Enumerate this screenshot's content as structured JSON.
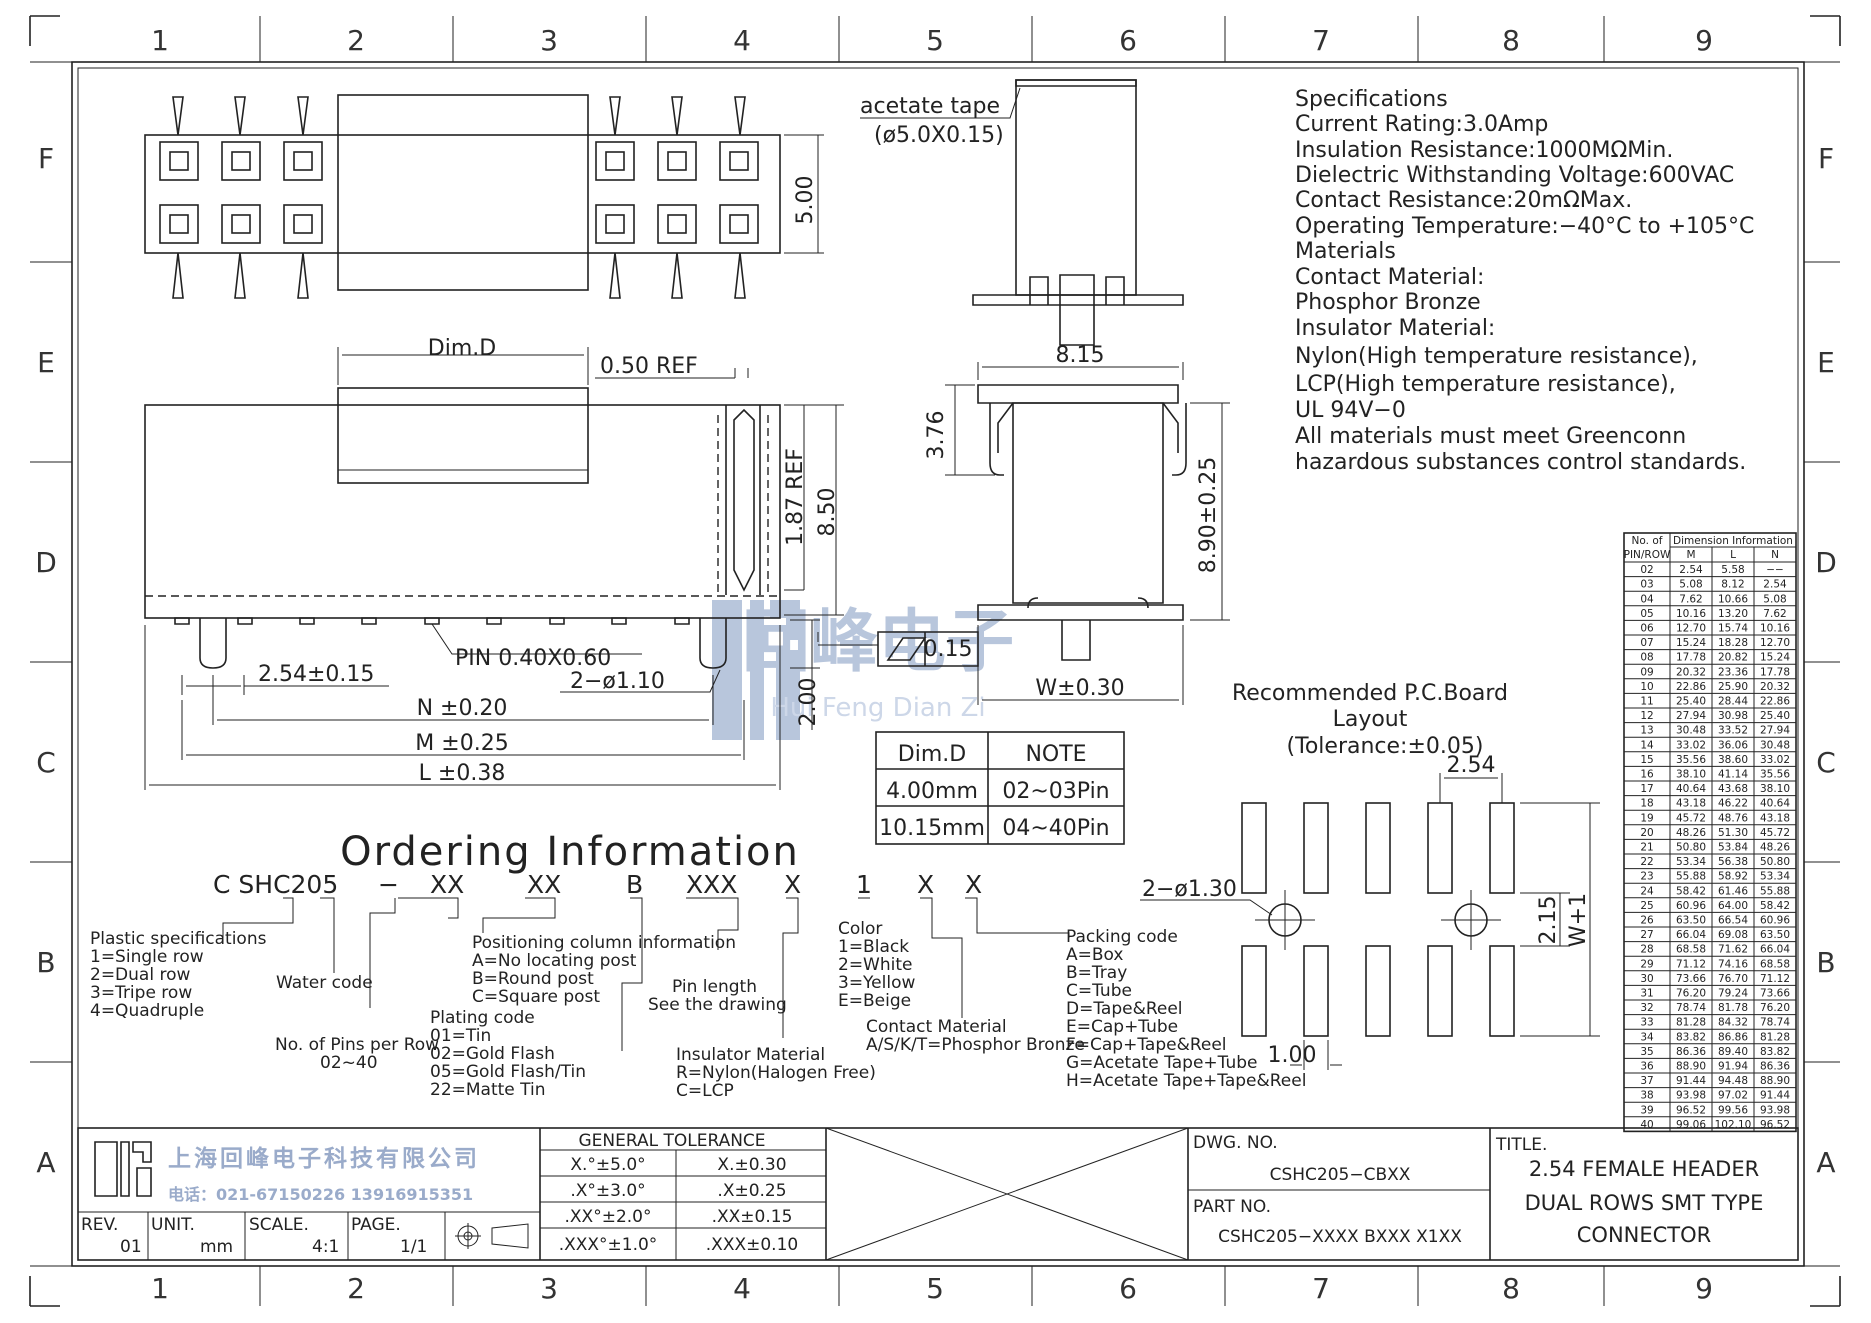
{
  "zones": {
    "columns": [
      "1",
      "2",
      "3",
      "4",
      "5",
      "6",
      "7",
      "8",
      "9"
    ],
    "rows": [
      "F",
      "E",
      "D",
      "C",
      "B",
      "A"
    ]
  },
  "specs": {
    "lines": [
      "Specifications",
      "Current  Rating:3.0Amp",
      "Insulation  Resistance:1000MΩMin.",
      "Dielectric  Withstanding  Voltage:600VAC",
      "Contact  Resistance:20mΩMax.",
      "Operating  Temperature:−40°C  to  +105°C",
      "Materials",
      "Contact  Material:",
      "Phosphor Bronze",
      "Insulator  Material:",
      "Nylon(High  temperature  resistance),",
      "LCP(High  temperature  resistance),",
      "UL  94V−0",
      "All  materials  must  meet  Greenconn",
      "hazardous  substances  control  standards."
    ]
  },
  "top_view": {
    "dim_height": "5.00"
  },
  "side_view": {
    "acetate_tape": "acetate  tape",
    "acetate_size": "(ø5.0X0.15)",
    "width": "8.15",
    "dim_376": "3.76",
    "dim_890": "8.90±0.25",
    "dim_w": "W±0.30"
  },
  "front_view": {
    "dim_d": "Dim.D",
    "ref_050": "0.50  REF",
    "ref_187": "1.87  REF",
    "dim_850": "8.50",
    "dim_200": "2.00",
    "pin": "PIN  0.40X0.60",
    "pitch": "2.54±0.15",
    "hole": "2−ø1.10",
    "n": "N  ±0.20",
    "m": "M  ±0.25",
    "l": "L  ±0.38",
    "flatness": "0.15"
  },
  "watermark": {
    "cn": "回峰电子",
    "en": "Hui Feng Dian Zi"
  },
  "dim_note_table": {
    "headers": [
      "Dim.D",
      "NOTE"
    ],
    "rows": [
      [
        "4.00mm",
        "02~03Pin"
      ],
      [
        "10.15mm",
        "04~40Pin"
      ]
    ]
  },
  "pcb": {
    "title1": "Recommended  P.C.Board",
    "title2": "Layout",
    "title3": "(Tolerance:±0.05)",
    "pitch": "2.54",
    "hole": "2−ø1.30",
    "dim_215": "2.15",
    "dim_w1": "W+1",
    "dim_100": "1.00"
  },
  "ordering": {
    "title": "Ordering  Information",
    "code": [
      "C SHC205",
      "−",
      "XX",
      "XX",
      "B",
      "XXX",
      "X",
      "1",
      "X",
      "X"
    ],
    "plastic": [
      "Plastic  specifications",
      "1=Single  row",
      "2=Dual  row",
      "3=Tripe  row",
      "4=Quadruple"
    ],
    "water": "Water  code",
    "pins_per_row": [
      "No. of Pins per Row",
      "02~40"
    ],
    "plating": [
      "Plating  code",
      "01=Tin",
      "02=Gold  Flash",
      "05=Gold  Flash/Tin",
      "22=Matte  Tin"
    ],
    "positioning": [
      "Positioning  column  information",
      "A=No  locating  post",
      "B=Round  post",
      "C=Square  post"
    ],
    "pin_length": [
      "Pin  length",
      "See  the  drawing"
    ],
    "insulator": [
      "Insulator  Material",
      "R=Nylon(Halogen  Free)",
      "C=LCP"
    ],
    "color": [
      "Color",
      "1=Black",
      "2=White",
      "3=Yellow",
      "E=Beige"
    ],
    "contact": [
      "Contact  Material",
      "A/S/K/T=Phosphor  Bronze"
    ],
    "packing": [
      "Packing  code",
      "A=Box",
      "B=Tray",
      "C=Tube",
      "D=Tape&Reel",
      "E=Cap+Tube",
      "F=Cap+Tape&Reel",
      "G=Acetate  Tape+Tube",
      "H=Acetate  Tape+Tape&Reel"
    ]
  },
  "dim_table": {
    "header_left": [
      "No.  of",
      "PIN/ROW"
    ],
    "header_group": "Dimension  Information",
    "cols": [
      "M",
      "L",
      "N"
    ],
    "rows": [
      [
        "02",
        "2.54",
        "5.58",
        "−−"
      ],
      [
        "03",
        "5.08",
        "8.12",
        "2.54"
      ],
      [
        "04",
        "7.62",
        "10.66",
        "5.08"
      ],
      [
        "05",
        "10.16",
        "13.20",
        "7.62"
      ],
      [
        "06",
        "12.70",
        "15.74",
        "10.16"
      ],
      [
        "07",
        "15.24",
        "18.28",
        "12.70"
      ],
      [
        "08",
        "17.78",
        "20.82",
        "15.24"
      ],
      [
        "09",
        "20.32",
        "23.36",
        "17.78"
      ],
      [
        "10",
        "22.86",
        "25.90",
        "20.32"
      ],
      [
        "11",
        "25.40",
        "28.44",
        "22.86"
      ],
      [
        "12",
        "27.94",
        "30.98",
        "25.40"
      ],
      [
        "13",
        "30.48",
        "33.52",
        "27.94"
      ],
      [
        "14",
        "33.02",
        "36.06",
        "30.48"
      ],
      [
        "15",
        "35.56",
        "38.60",
        "33.02"
      ],
      [
        "16",
        "38.10",
        "41.14",
        "35.56"
      ],
      [
        "17",
        "40.64",
        "43.68",
        "38.10"
      ],
      [
        "18",
        "43.18",
        "46.22",
        "40.64"
      ],
      [
        "19",
        "45.72",
        "48.76",
        "43.18"
      ],
      [
        "20",
        "48.26",
        "51.30",
        "45.72"
      ],
      [
        "21",
        "50.80",
        "53.84",
        "48.26"
      ],
      [
        "22",
        "53.34",
        "56.38",
        "50.80"
      ],
      [
        "23",
        "55.88",
        "58.92",
        "53.34"
      ],
      [
        "24",
        "58.42",
        "61.46",
        "55.88"
      ],
      [
        "25",
        "60.96",
        "64.00",
        "58.42"
      ],
      [
        "26",
        "63.50",
        "66.54",
        "60.96"
      ],
      [
        "27",
        "66.04",
        "69.08",
        "63.50"
      ],
      [
        "28",
        "68.58",
        "71.62",
        "66.04"
      ],
      [
        "29",
        "71.12",
        "74.16",
        "68.58"
      ],
      [
        "30",
        "73.66",
        "76.70",
        "71.12"
      ],
      [
        "31",
        "76.20",
        "79.24",
        "73.66"
      ],
      [
        "32",
        "78.74",
        "81.78",
        "76.20"
      ],
      [
        "33",
        "81.28",
        "84.32",
        "78.74"
      ],
      [
        "34",
        "83.82",
        "86.86",
        "81.28"
      ],
      [
        "35",
        "86.36",
        "89.40",
        "83.82"
      ],
      [
        "36",
        "88.90",
        "91.94",
        "86.36"
      ],
      [
        "37",
        "91.44",
        "94.48",
        "88.90"
      ],
      [
        "38",
        "93.98",
        "97.02",
        "91.44"
      ],
      [
        "39",
        "96.52",
        "99.56",
        "93.98"
      ],
      [
        "40",
        "99.06",
        "102.10",
        "96.52"
      ]
    ]
  },
  "title_block": {
    "company": "上海回峰电子科技有限公司",
    "phone": "电话：021-67150226  13916915351",
    "rev_label": "REV.",
    "rev": "01",
    "unit_label": "UNIT.",
    "unit": "mm",
    "scale_label": "SCALE.",
    "scale": "4:1",
    "page_label": "PAGE.",
    "page": "1/1",
    "tol_title": "GENERAL  TOLERANCE",
    "tol": [
      [
        "X.°±5.0°",
        "X.±0.30"
      ],
      [
        ".X°±3.0°",
        ".X±0.25"
      ],
      [
        ".XX°±2.0°",
        ".XX±0.15"
      ],
      [
        ".XXX°±1.0°",
        ".XXX±0.10"
      ]
    ],
    "dwg_label": "DWG.  NO.",
    "dwg": "CSHC205−CBXX",
    "part_label": "PART  NO.",
    "part": "CSHC205−XXXX  BXXX  X1XX",
    "title_label": "TITLE.",
    "title_lines": [
      "2.54  FEMALE  HEADER",
      "DUAL  ROWS  SMT  TYPE",
      "CONNECTOR"
    ]
  }
}
